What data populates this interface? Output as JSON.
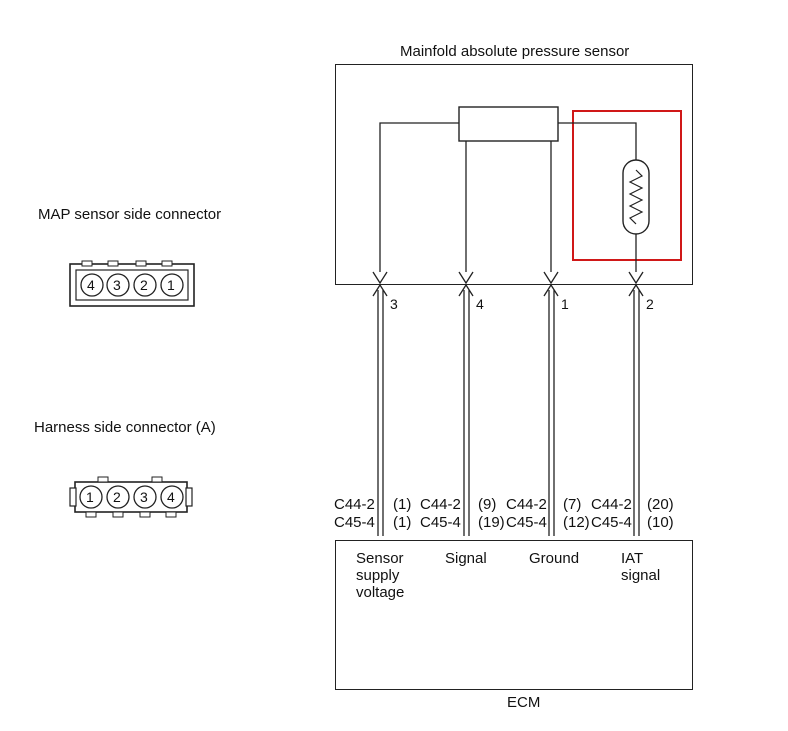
{
  "sensor": {
    "title": "Mainfold absolute pressure sensor"
  },
  "connectors": {
    "map_side": {
      "label": "MAP sensor side connector",
      "pins": [
        "4",
        "3",
        "2",
        "1"
      ]
    },
    "harness_side": {
      "label": "Harness side connector (A)",
      "pins": [
        "1",
        "2",
        "3",
        "4"
      ]
    }
  },
  "wires": [
    {
      "sensor_pin": "3",
      "c44": "C44-2",
      "c44_pin": "(1)",
      "c45": "C45-4",
      "c45_pin": "(1)",
      "ecm_label": [
        "Sensor",
        "supply",
        "voltage"
      ]
    },
    {
      "sensor_pin": "4",
      "c44": "C44-2",
      "c44_pin": "(9)",
      "c45": "C45-4",
      "c45_pin": "(19)",
      "ecm_label": [
        "Signal"
      ]
    },
    {
      "sensor_pin": "1",
      "c44": "C44-2",
      "c44_pin": "(7)",
      "c45": "C45-4",
      "c45_pin": "(12)",
      "ecm_label": [
        "Ground"
      ]
    },
    {
      "sensor_pin": "2",
      "c44": "C44-2",
      "c44_pin": "(20)",
      "c45": "C45-4",
      "c45_pin": "(10)",
      "ecm_label": [
        "IAT",
        "signal"
      ]
    }
  ],
  "ecm": {
    "label": "ECM"
  },
  "highlight_color": "#d01818"
}
